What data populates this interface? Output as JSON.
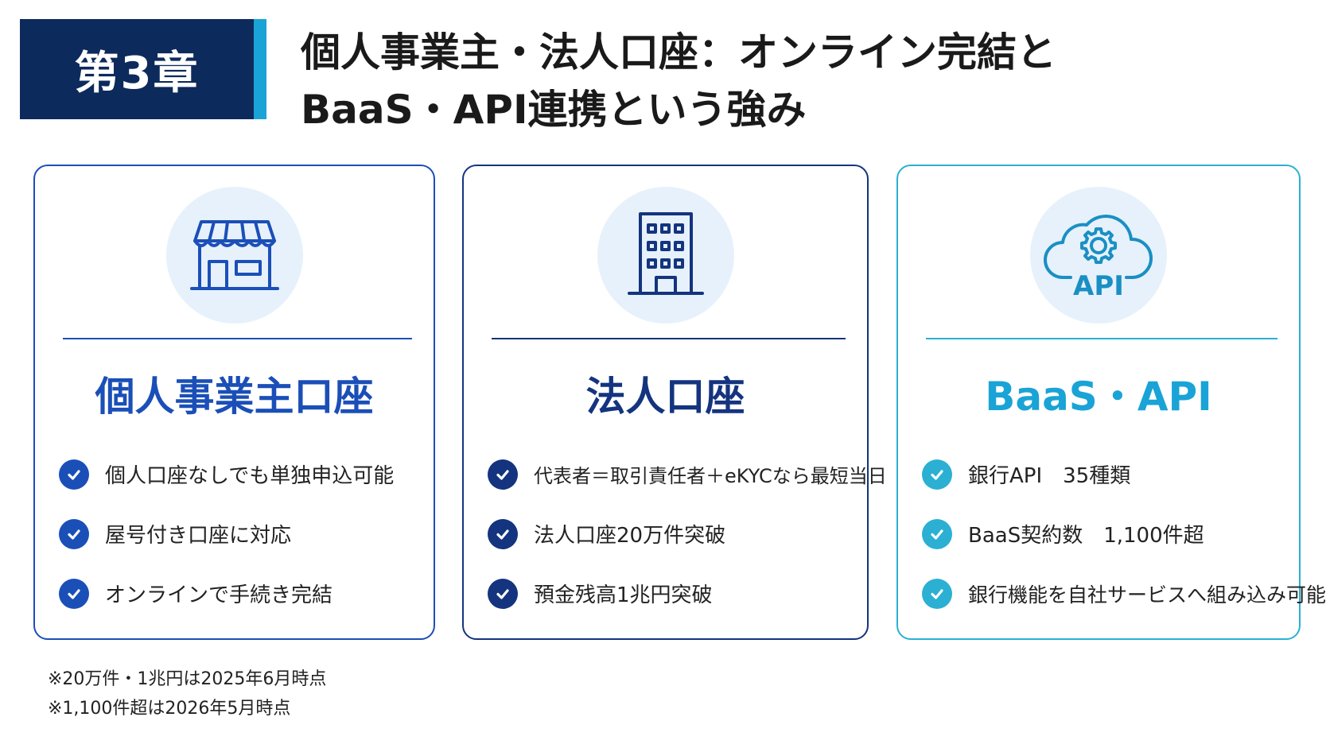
{
  "header": {
    "chapter": "第3章",
    "title_line1": "個人事業主・法人口座：オンライン完結と",
    "title_line2": "BaaS・API連携という強み",
    "accent_color": "#1aa3d6",
    "badge_color": "#0d2a5c"
  },
  "cards": [
    {
      "icon": "storefront-icon",
      "title": "個人事業主口座",
      "color": "#1b4fb8",
      "items": [
        "個人口座なしでも単独申込可能",
        "屋号付き口座に対応",
        "オンラインで手続き完結"
      ]
    },
    {
      "icon": "office-building-icon",
      "title": "法人口座",
      "color": "#14347f",
      "items": [
        "代表者＝取引責任者＋eKYCなら最短当日",
        "法人口座20万件突破",
        "預金残高1兆円突破"
      ]
    },
    {
      "icon": "cloud-api-icon",
      "icon_label": "API",
      "title": "BaaS・API",
      "color": "#2bb0d4",
      "items": [
        "銀行API　35種類",
        "BaaS契約数　1,100件超",
        "銀行機能を自社サービスへ組み込み可能"
      ]
    }
  ],
  "notes": [
    "※20万件・1兆円は2025年6月時点",
    "※1,100件超は2026年5月時点"
  ]
}
